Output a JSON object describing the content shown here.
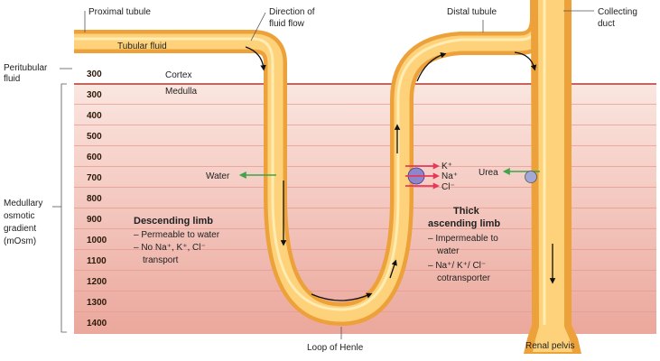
{
  "labels": {
    "proximal_tubule": "Proximal tubule",
    "direction_line1": "Direction of",
    "direction_line2": "fluid flow",
    "distal_tubule": "Distal tubule",
    "collecting_line1": "Collecting",
    "collecting_line2": "duct",
    "tubular_fluid": "Tubular fluid",
    "peritubular_line1": "Peritubular",
    "peritubular_line2": "fluid",
    "cortex": "Cortex",
    "medulla": "Medulla",
    "water": "Water",
    "urea": "Urea",
    "k_ion": "K⁺",
    "na_ion": "Na⁺",
    "cl_ion": "Cl⁻",
    "gradient_line1": "Medullary",
    "gradient_line2": "osmotic",
    "gradient_line3": "gradient",
    "gradient_line4": "(mOsm)",
    "loop_of_henle": "Loop of Henle",
    "renal_pelvis": "Renal pelvis"
  },
  "descending_limb": {
    "title": "Descending limb",
    "line1": "– Permeable to water",
    "line2": "– No Na⁺, K⁺, Cl⁻",
    "line3": "transport"
  },
  "ascending_limb": {
    "title1": "Thick",
    "title2": "ascending limb",
    "line1": "– Impermeable to",
    "line2": "water",
    "line3": "– Na⁺/ K⁺/ Cl⁻",
    "line4": "cotransporter"
  },
  "osmolarity_ticks": [
    "300",
    "300",
    "400",
    "500",
    "600",
    "700",
    "800",
    "900",
    "1000",
    "1100",
    "1200",
    "1300",
    "1400"
  ],
  "colors": {
    "medulla_gradient_top": "#fbe6e0",
    "medulla_gradient_bottom": "#eba79c",
    "boundary_line": "#b8332e",
    "tubule_outer": "#eda13a",
    "tubule_inner": "#fdd27a",
    "tubule_highlight": "#fff3c2",
    "water_arrow": "#3fa44a",
    "ion_arrows": "#e8385a",
    "pump": "#8d86c9",
    "urea_channel": "#a3a8d6"
  }
}
